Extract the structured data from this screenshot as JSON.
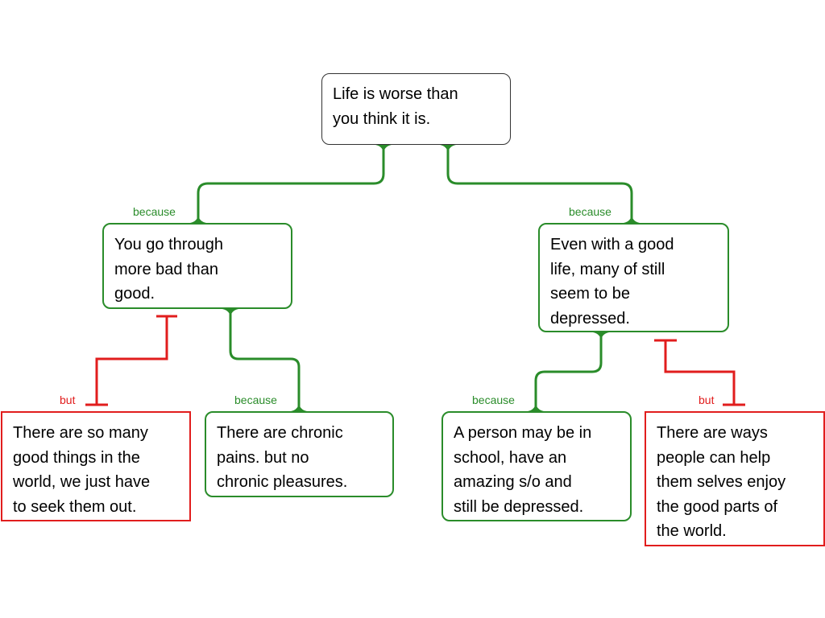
{
  "nodes": {
    "claim": {
      "text": "Life is worse than\nyou think it is."
    },
    "reason_left": {
      "text": "You go through\nmore bad than\ngood."
    },
    "reason_right": {
      "text": "Even with a good\nlife, many of still\nseem to be\ndepressed."
    },
    "objection_left": {
      "text": "There are so many\ngood things in the\nworld, we just have\nto seek them out."
    },
    "reason_left_sub": {
      "text": "There are chronic\npains. but no\nchronic pleasures."
    },
    "reason_right_sub": {
      "text": "A person may be in\nschool, have an\namazing s/o and\nstill be depressed."
    },
    "objection_right": {
      "text": "There are ways\npeople can help\nthem selves enjoy\nthe good parts of\nthe world."
    }
  },
  "labels": {
    "because_left": "because",
    "because_right": "because",
    "but_left": "but",
    "because_left_sub": "because",
    "because_right_sub": "because",
    "but_right": "but"
  },
  "colors": {
    "reason": "#2a8c2a",
    "objection": "#e11d1d",
    "claim_border": "#333333"
  }
}
